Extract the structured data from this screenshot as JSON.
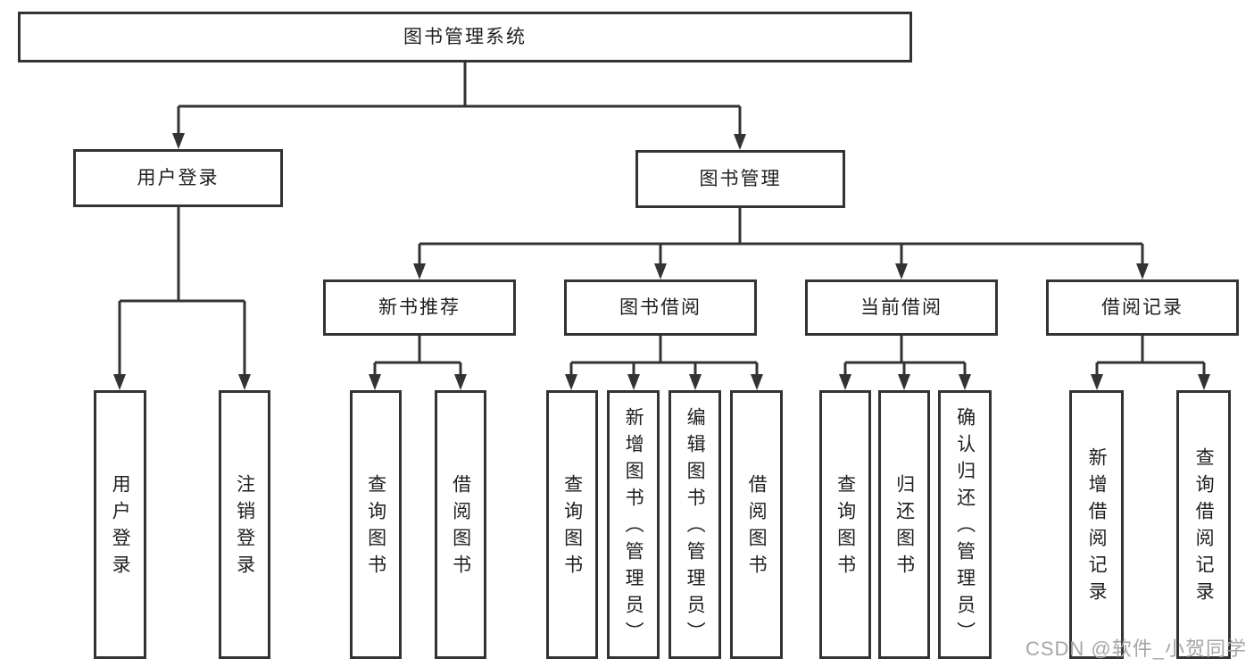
{
  "diagram_title": "图书管理系统",
  "tree": {
    "label": "图书管理系统",
    "children": [
      {
        "label": "用户登录",
        "children": [
          {
            "label": "用户登录"
          },
          {
            "label": "注销登录"
          }
        ]
      },
      {
        "label": "图书管理",
        "children": [
          {
            "label": "新书推荐",
            "children": [
              {
                "label": "查询图书"
              },
              {
                "label": "借阅图书"
              }
            ]
          },
          {
            "label": "图书借阅",
            "children": [
              {
                "label": "查询图书"
              },
              {
                "label": "新增图书（管理员）"
              },
              {
                "label": "编辑图书（管理员）"
              },
              {
                "label": "借阅图书"
              }
            ]
          },
          {
            "label": "当前借阅",
            "children": [
              {
                "label": "查询图书"
              },
              {
                "label": "归还图书"
              },
              {
                "label": "确认归还（管理员）"
              }
            ]
          },
          {
            "label": "借阅记录",
            "children": [
              {
                "label": "新增借阅记录"
              },
              {
                "label": "查询借阅记录"
              }
            ]
          }
        ]
      }
    ]
  },
  "watermark": {
    "text": "CSDN @软件_小贺同学"
  },
  "colors": {
    "line": "#333333",
    "border": "#333333",
    "text": "#1f1f1f",
    "background": "#ffffff",
    "watermark": "#a6a6a6"
  }
}
